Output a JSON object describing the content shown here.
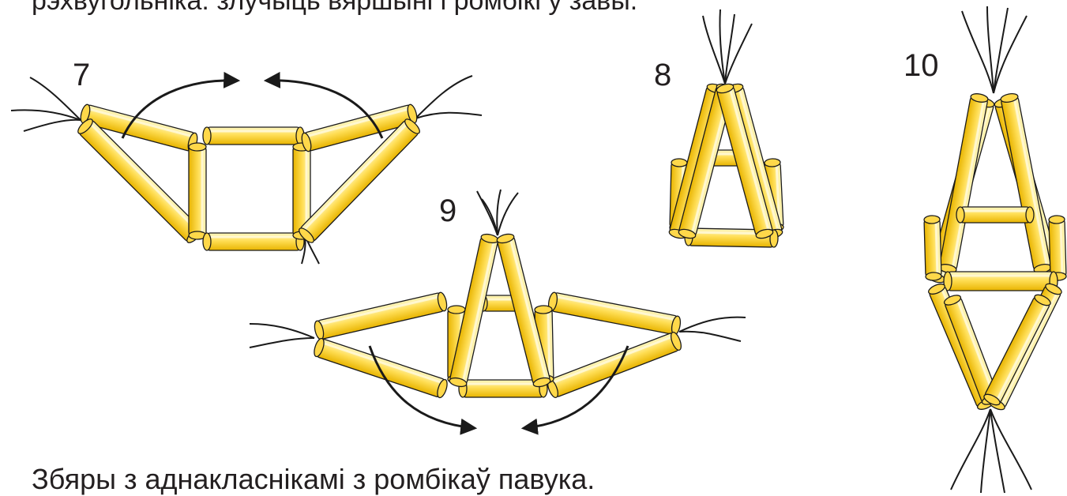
{
  "top_text": "рэхвугольніка: злучыць вяршыні і ромбікі ў завы.",
  "figures": [
    {
      "id": "7",
      "label": "7"
    },
    {
      "id": "8",
      "label": "8"
    },
    {
      "id": "9",
      "label": "9"
    },
    {
      "id": "10",
      "label": "10"
    }
  ],
  "caption": "Збяры з аднакласнікамі з ромбікаў павука.",
  "colors": {
    "tube_light": "#fff3a6",
    "tube_mid": "#ffd84a",
    "tube_dark": "#e6b100",
    "outline": "#1a1a1a",
    "thread": "#1a1a1a"
  }
}
